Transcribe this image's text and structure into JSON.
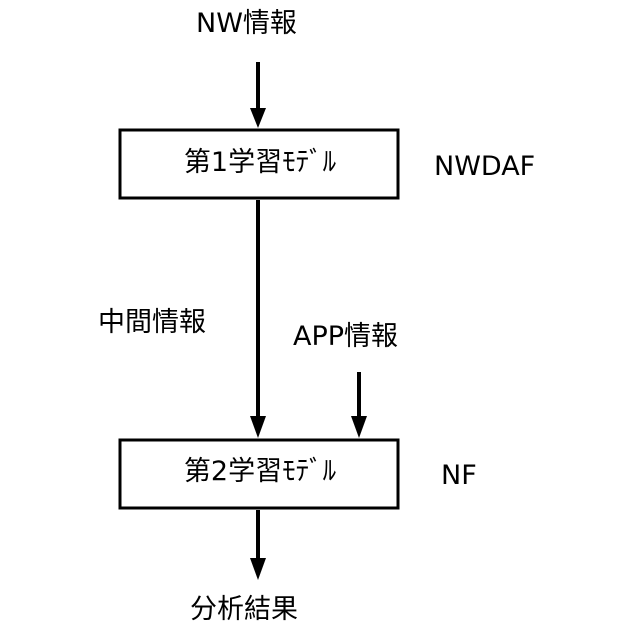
{
  "inputs": {
    "nw_info": "NW情報",
    "intermediate_info": "中間情報",
    "app_info": "APP情報"
  },
  "model1": {
    "label": "第1学習ﾓﾃﾞﾙ",
    "location": "NWDAF"
  },
  "model2": {
    "label": "第2学習ﾓﾃﾞﾙ",
    "location": "NF"
  },
  "output": {
    "result": "分析結果"
  }
}
